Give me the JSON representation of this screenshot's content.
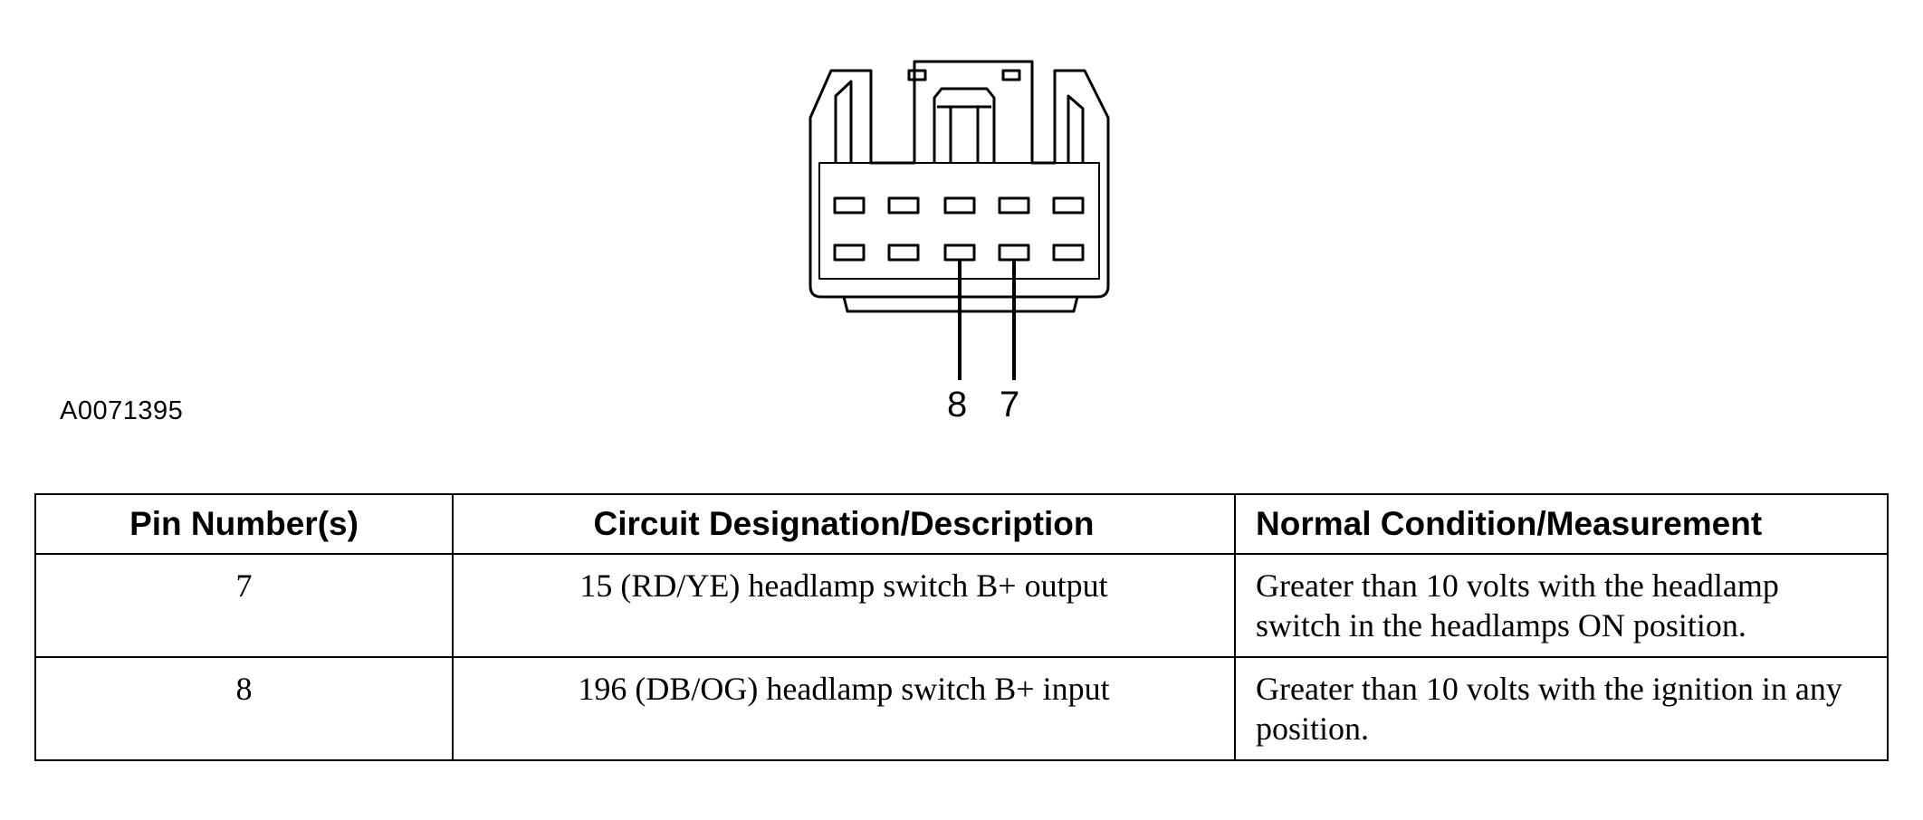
{
  "figure_id": "A0071395",
  "connector": {
    "pin_labels": [
      "8",
      "7"
    ]
  },
  "table": {
    "headers": [
      "Pin Number(s)",
      "Circuit Designation/Description",
      "Normal Condition/Measurement"
    ],
    "rows": [
      {
        "pin": "7",
        "circuit": "15 (RD/YE) headlamp switch B+ output",
        "condition": "Greater than 10 volts with the headlamp switch in the headlamps ON position."
      },
      {
        "pin": "8",
        "circuit": "196 (DB/OG) headlamp switch B+ input",
        "condition": "Greater than 10 volts with the ignition in any position."
      }
    ]
  }
}
